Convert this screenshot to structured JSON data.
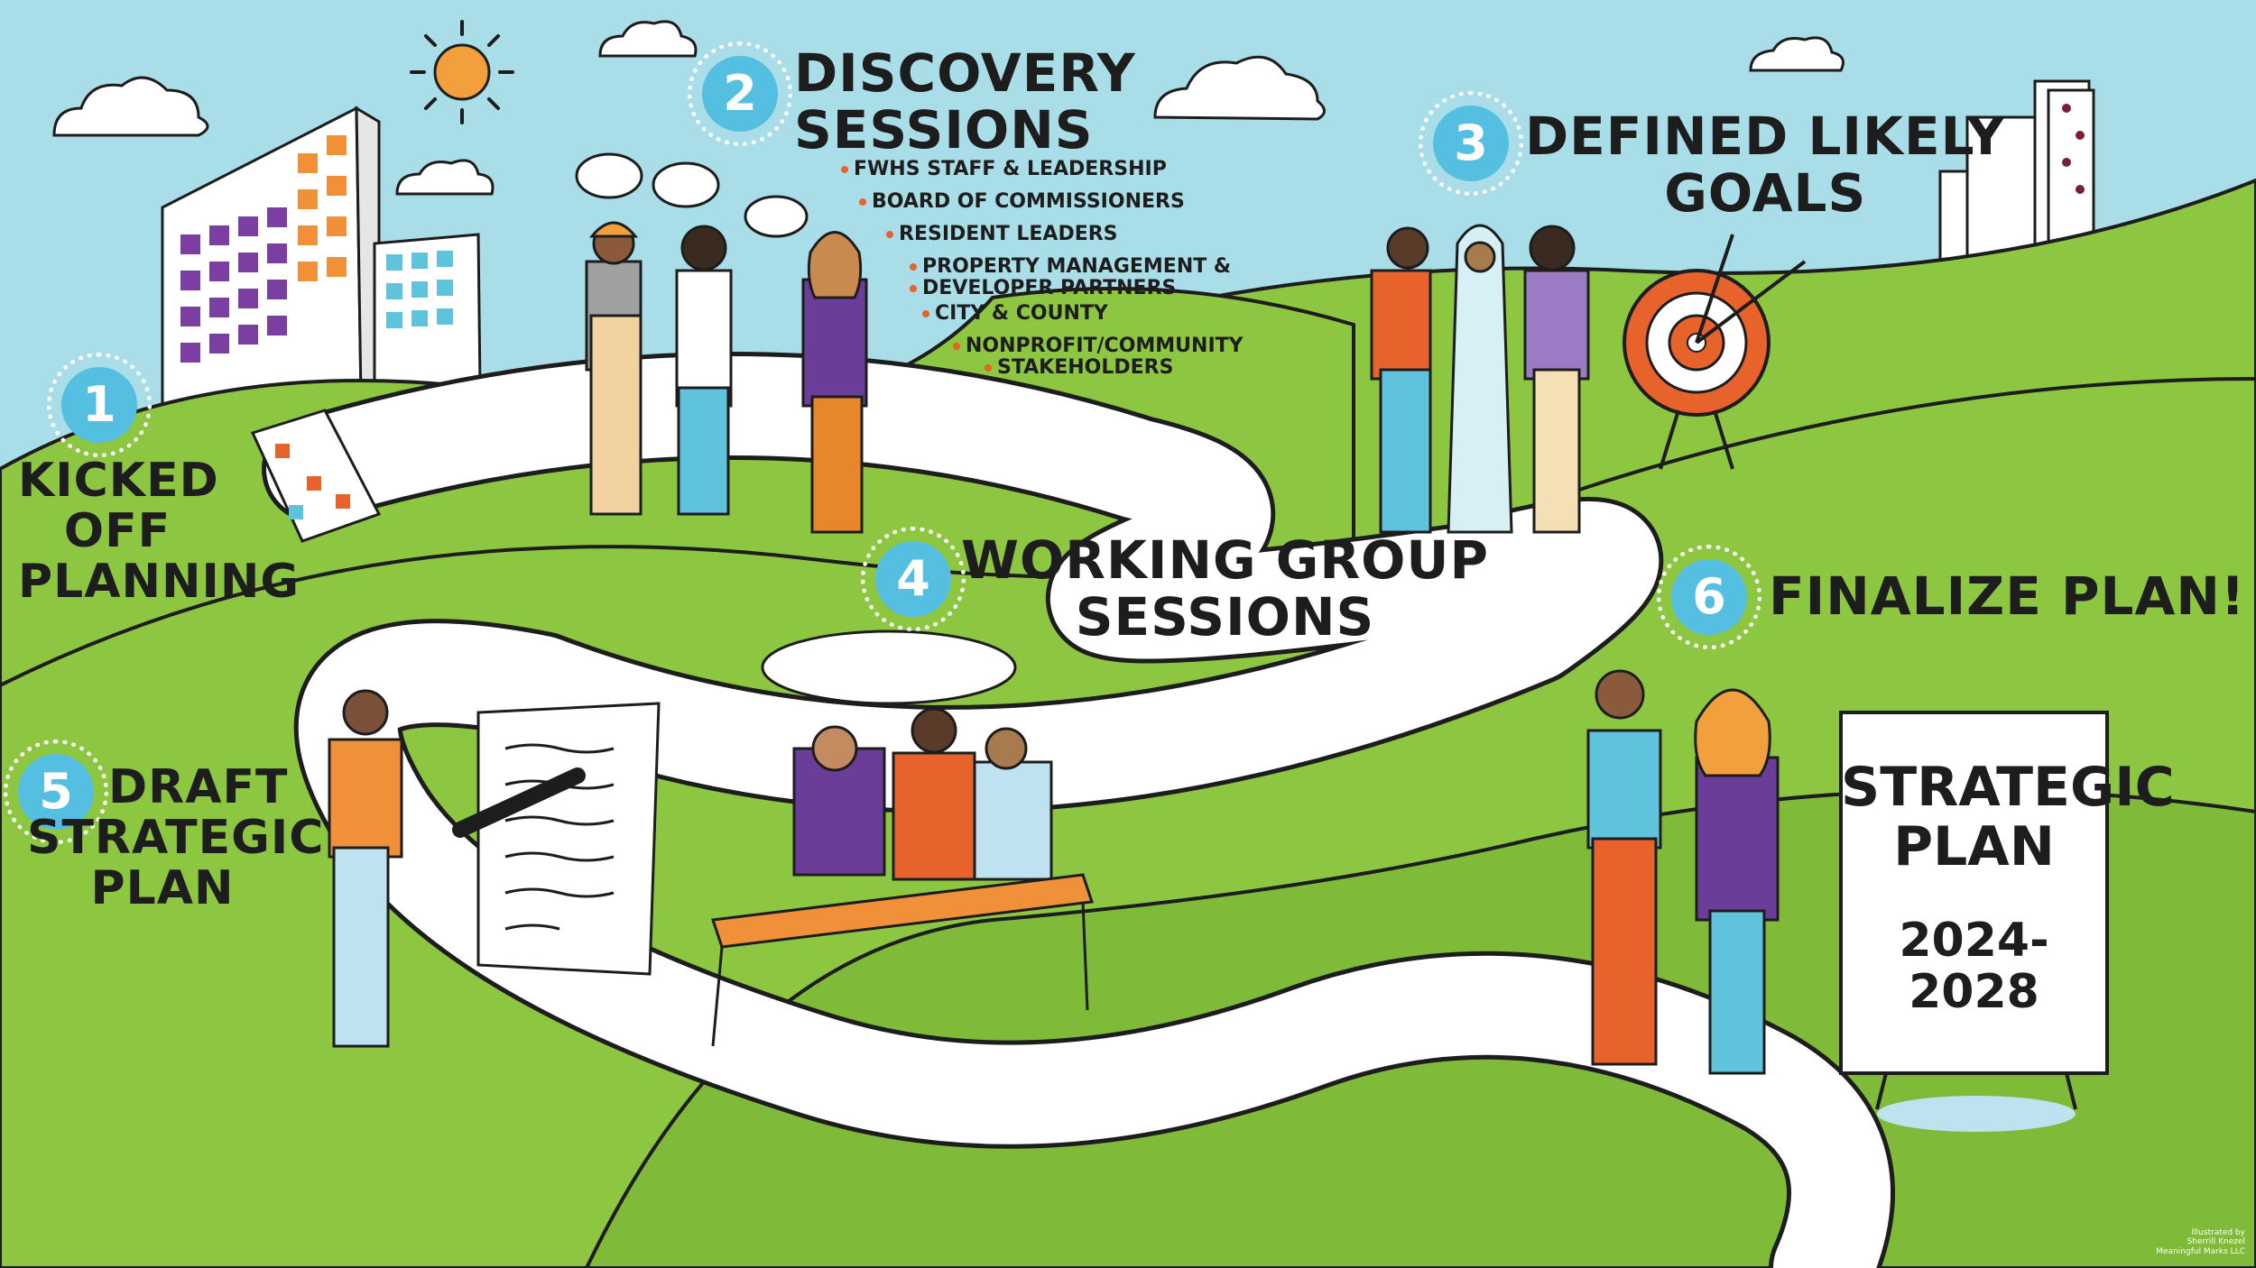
{
  "steps": [
    {
      "number": "1",
      "label": [
        "Kicked",
        "Off",
        "Planning"
      ]
    },
    {
      "number": "2",
      "label": [
        "Discovery",
        "Sessions"
      ]
    },
    {
      "number": "3",
      "label": [
        "Defined Likely",
        "Goals"
      ]
    },
    {
      "number": "4",
      "label": [
        "Working Group",
        "Sessions"
      ]
    },
    {
      "number": "5",
      "label": [
        "Draft",
        "Strategic",
        "Plan"
      ]
    },
    {
      "number": "6",
      "label": [
        "Finalize Plan!"
      ]
    }
  ],
  "discovery_participants": [
    "FWHS Staff & Leadership",
    "Board of Commissioners",
    "Resident Leaders",
    "Property Management &",
    "Developer Partners",
    "City & County",
    "Nonprofit/Community",
    "Stakeholders"
  ],
  "plan_board": {
    "line1": "Strategic",
    "line2": "Plan",
    "years": "2024-2028"
  },
  "credit": [
    "Illustrated by",
    "Sherrill Knezel",
    "Meaningful Marks LLC"
  ],
  "colors": {
    "sky": "#a9dde8",
    "grass": "#8dc640",
    "grass_dark": "#79b332",
    "path": "#ffffff",
    "outline": "#1d1d1d",
    "step_badge": "#54bfe0",
    "sun": "#f2a03d",
    "accent_orange": "#e8622c",
    "accent_purple": "#6a3d99"
  },
  "icons": [
    "sun-icon",
    "cloud-icon",
    "target-icon",
    "speech-bubble-icon",
    "pen-icon",
    "clipboard-icon"
  ]
}
